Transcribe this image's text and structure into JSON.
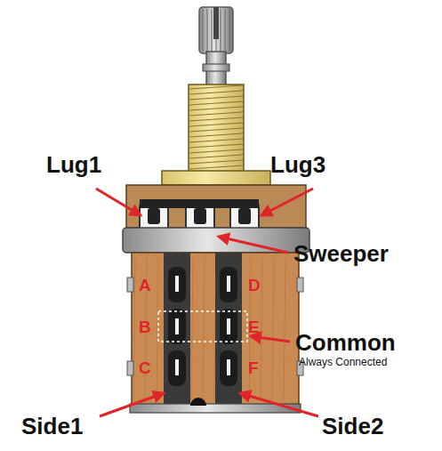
{
  "diagram": {
    "labels": [
      "Lug1",
      "Lug3",
      "Sweeper",
      "A",
      "D",
      "B",
      "E",
      "Common",
      "Always Connected",
      "C",
      "F",
      "Side1",
      "Side2"
    ]
  }
}
